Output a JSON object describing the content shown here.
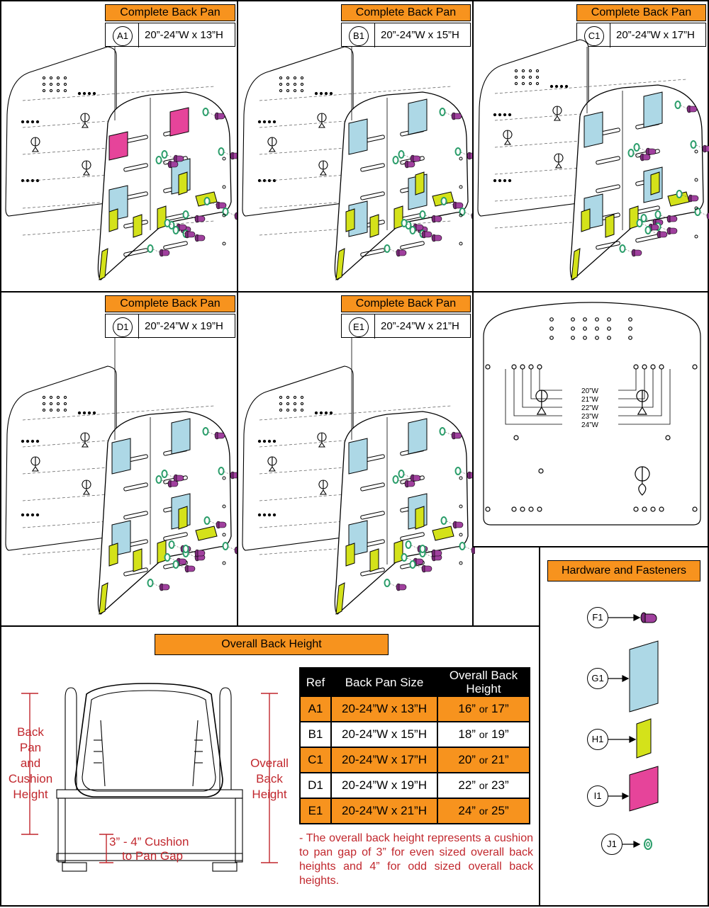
{
  "panels": [
    {
      "header": "Complete Back Pan",
      "ref": "A1",
      "size": "20”-24”W x 13”H"
    },
    {
      "header": "Complete Back Pan",
      "ref": "B1",
      "size": "20”-24”W x 15”H"
    },
    {
      "header": "Complete Back Pan",
      "ref": "C1",
      "size": "20”-24”W x 17”H"
    },
    {
      "header": "Complete Back Pan",
      "ref": "D1",
      "size": "20”-24”W x 19”H"
    },
    {
      "header": "Complete Back Pan",
      "ref": "E1",
      "size": "20”-24”W x 21”H"
    }
  ],
  "width_diagram": {
    "labels": [
      "20”W",
      "21”W",
      "22”W",
      "23”W",
      "24”W"
    ]
  },
  "hardware": {
    "title": "Hardware and Fasteners",
    "items": [
      {
        "ref": "F1"
      },
      {
        "ref": "G1"
      },
      {
        "ref": "H1"
      },
      {
        "ref": "I1"
      },
      {
        "ref": "J1"
      }
    ]
  },
  "overall": {
    "title": "Overall Back Height",
    "left_label_lines": [
      "Back",
      "Pan",
      "and",
      "Cushion",
      "Height"
    ],
    "right_label_lines": [
      "Overall",
      "Back",
      "Height"
    ],
    "gap_label_lines": [
      "3” - 4” Cushion",
      "to Pan Gap"
    ],
    "table_headers": [
      "Ref",
      "Back Pan Size",
      "Overall Back Height"
    ],
    "rows": [
      {
        "ref": "A1",
        "size": "20-24”W x 13”H",
        "h1": "16”",
        "or": "or",
        "h2": "17”"
      },
      {
        "ref": "B1",
        "size": "20-24”W x 15”H",
        "h1": "18”",
        "or": "or",
        "h2": "19”"
      },
      {
        "ref": "C1",
        "size": "20-24”W x 17”H",
        "h1": "20”",
        "or": "or",
        "h2": "21”"
      },
      {
        "ref": "D1",
        "size": "20-24”W x 19”H",
        "h1": "22”",
        "or": "or",
        "h2": "23”"
      },
      {
        "ref": "E1",
        "size": "20-24”W x 21”H",
        "h1": "24”",
        "or": "or",
        "h2": "25”"
      }
    ],
    "note": "- The overall back height represents a cushion to pan gap of 3” for even sized overall back heights and 4” for odd sized overall back heights."
  },
  "colors": {
    "orange": "#f7931e",
    "blue": "#add8e6",
    "yellow": "#d4e21a",
    "magenta": "#e6449a",
    "green": "#2a9d6a",
    "purple": "#7b2a7a",
    "red": "#c1272d"
  }
}
